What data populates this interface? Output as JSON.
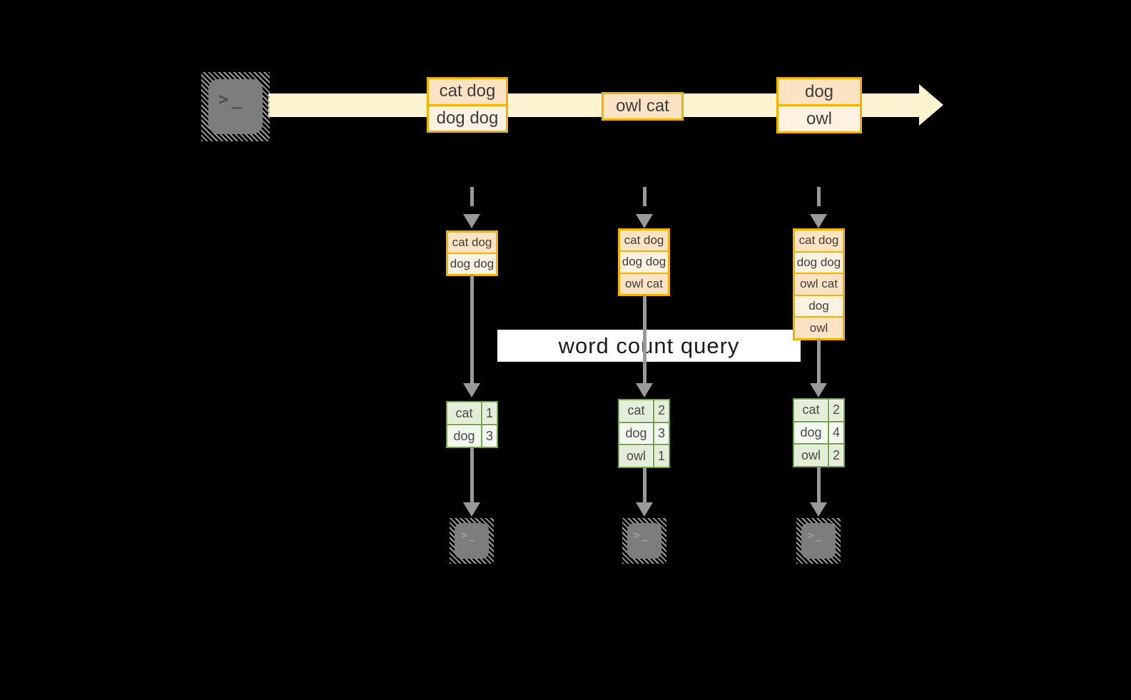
{
  "colors": {
    "background": "#000000",
    "gold_border": "#F2B200",
    "peach_fill": "#FBE3C4",
    "cream_fill": "#FDF2E2",
    "stream_fill": "#FCF3D1",
    "green_border": "#6FA645",
    "green_fill_a": "#E3EDD8",
    "green_fill_b": "#F3F8EF",
    "arrow_gray": "#999999",
    "terminal_gray": "#7D7D7D"
  },
  "terminal": {
    "prompt": ">_"
  },
  "query_label": "word count query",
  "stream_batches": [
    {
      "rows": [
        "cat dog",
        "dog dog"
      ]
    },
    {
      "rows": [
        "owl cat"
      ]
    },
    {
      "rows": [
        "dog",
        "owl"
      ]
    }
  ],
  "columns": [
    {
      "buffer": [
        "cat dog",
        "dog dog"
      ],
      "counts": [
        [
          "cat",
          "1"
        ],
        [
          "dog",
          "3"
        ]
      ]
    },
    {
      "buffer": [
        "cat dog",
        "dog dog",
        "owl cat"
      ],
      "counts": [
        [
          "cat",
          "2"
        ],
        [
          "dog",
          "3"
        ],
        [
          "owl",
          "1"
        ]
      ]
    },
    {
      "buffer": [
        "cat dog",
        "dog dog",
        "owl cat",
        "dog",
        "owl"
      ],
      "counts": [
        [
          "cat",
          "2"
        ],
        [
          "dog",
          "4"
        ],
        [
          "owl",
          "2"
        ]
      ]
    }
  ]
}
